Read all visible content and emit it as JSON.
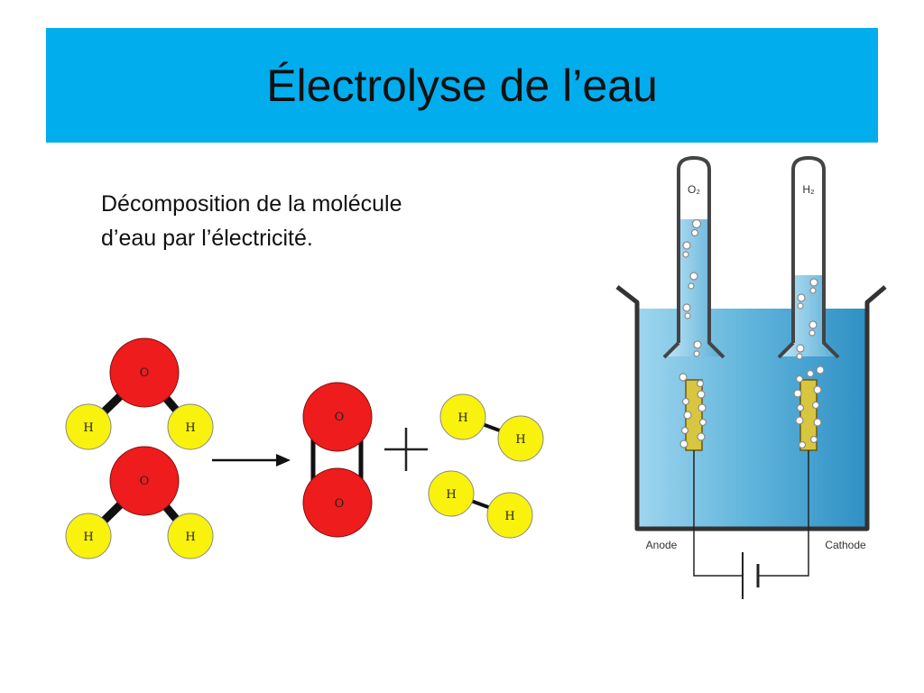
{
  "slide": {
    "title": "Électrolyse de l’eau",
    "subtitle_lines": [
      "Décomposition de la molécule",
      "d’eau par l’électricité."
    ]
  },
  "colors": {
    "title_band": "#02adee",
    "oxygen_atom": "#ee1c1c",
    "hydrogen_atom": "#f8f20c",
    "water": "#5fb6dc",
    "electrode": "#d8c640"
  },
  "molecule_diagram": {
    "oxygen_label": "O",
    "hydrogen_label": "H"
  },
  "apparatus": {
    "tube_left_label": "O₂",
    "tube_right_label": "H₂",
    "anode_label": "Anode",
    "cathode_label": "Cathode"
  }
}
